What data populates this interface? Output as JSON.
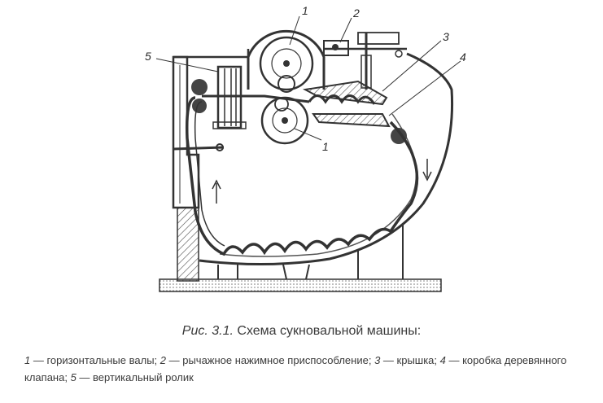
{
  "callouts": [
    {
      "num": "1"
    },
    {
      "num": "2"
    },
    {
      "num": "3"
    },
    {
      "num": "4"
    },
    {
      "num": "5"
    },
    {
      "num": "1"
    }
  ],
  "caption": {
    "fig_label": "Рис. 3.1.",
    "title": "Схема сукновальной машины:"
  },
  "legend": [
    {
      "num": "1",
      "text": " — горизонтальные валы; "
    },
    {
      "num": "2",
      "text": " — рычажное нажимное приспособление; "
    },
    {
      "num": "3",
      "text": " — крышка; "
    },
    {
      "num": "4",
      "text": " — коробка деревянного клапана; "
    },
    {
      "num": "5",
      "text": " — вертикальный ролик"
    }
  ]
}
